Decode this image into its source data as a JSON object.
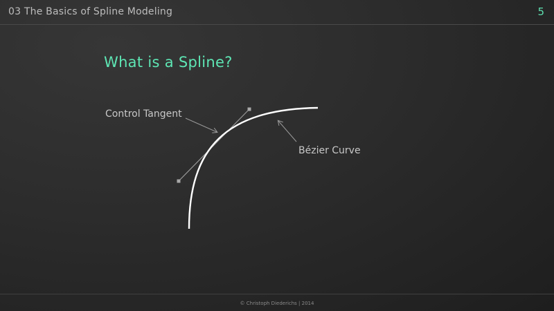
{
  "header": {
    "title": "03 The Basics of Spline Modeling",
    "page_number": "5"
  },
  "slide": {
    "title": "What is a Spline?",
    "labels": {
      "control_tangent": "Control Tangent",
      "bezier_curve": "Bézier Curve"
    }
  },
  "footer": {
    "copyright": "© Christoph Diederichs | 2014"
  },
  "colors": {
    "accent": "#5ee6b4",
    "curve": "#ffffff",
    "tangent": "#9a9a9a"
  }
}
